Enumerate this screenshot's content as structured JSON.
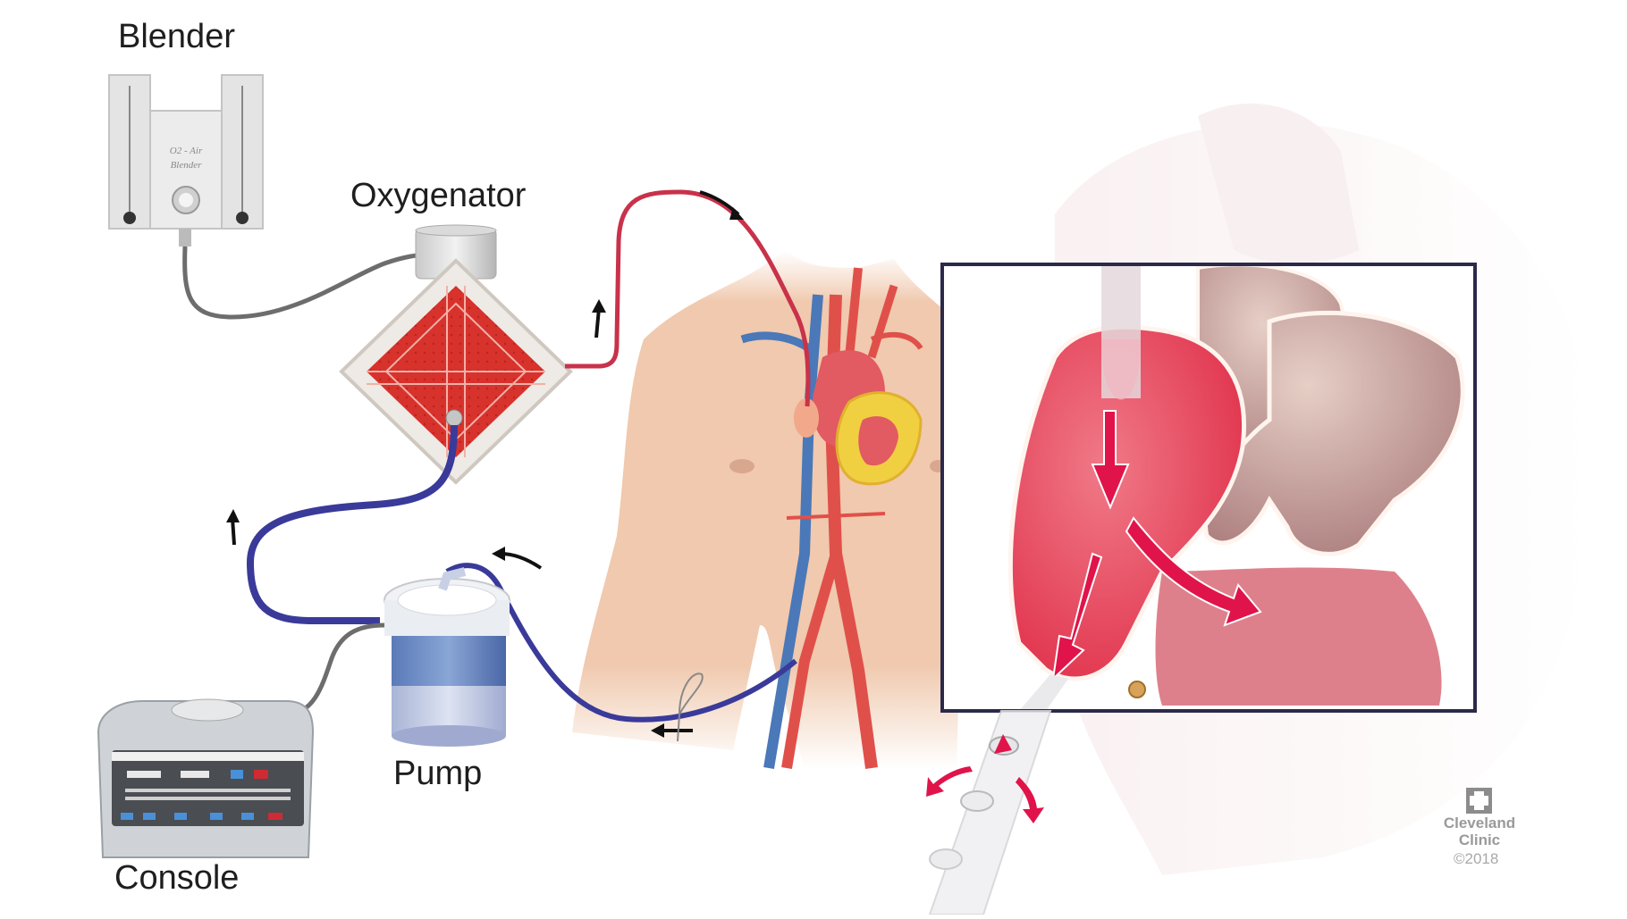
{
  "diagram": {
    "subject": "ECMO circuit with left ventricular venting",
    "labels": {
      "blender": "Blender",
      "oxygenator": "Oxygenator",
      "pump": "Pump",
      "console": "Console"
    },
    "blender_device_text": [
      "O2 - Air",
      "Blender"
    ],
    "watermark": {
      "brand_line1": "Cleveland",
      "brand_line2": "Clinic",
      "copyright": "©2018"
    },
    "colors": {
      "oxygenated_tubing": "#c8324a",
      "deoxygenated_tubing": "#3a3a9a",
      "flow_arrow_inset": "#e0144a",
      "flow_arrow_circuit": "#111111",
      "inset_border": "#2c2a4a",
      "skin": "#f0c9ae",
      "vein": "#4a78b8",
      "artery": "#e0504a",
      "heart_fat": "#f0d040"
    },
    "components": [
      {
        "id": "blender",
        "label": "Blender"
      },
      {
        "id": "oxygenator",
        "label": "Oxygenator"
      },
      {
        "id": "pump",
        "label": "Pump"
      },
      {
        "id": "console",
        "label": "Console"
      },
      {
        "id": "patient-torso",
        "label": ""
      },
      {
        "id": "heart-inset",
        "label": ""
      },
      {
        "id": "vent-cannula",
        "label": ""
      }
    ]
  }
}
